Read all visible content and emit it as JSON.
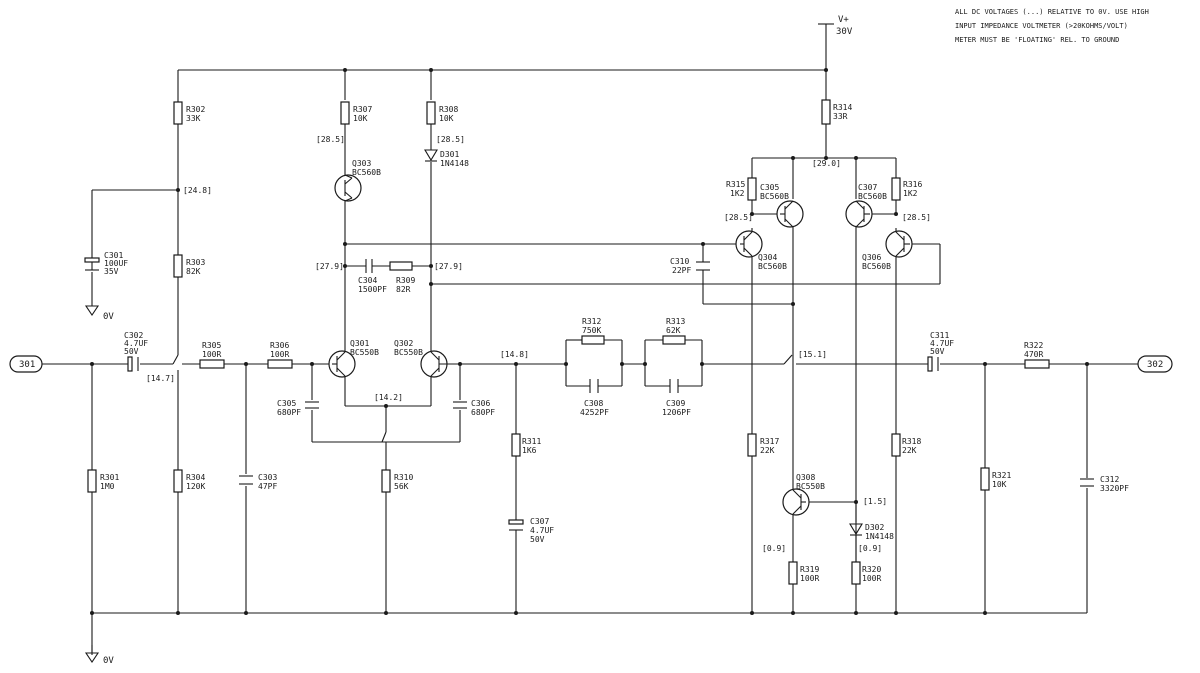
{
  "notes": [
    "ALL DC VOLTAGES (...) RELATIVE TO 0V. USE HIGH",
    "INPUT IMPEDANCE VOLTMETER (>20KOHMS/VOLT)",
    "METER MUST BE 'FLOATING' REL. TO GROUND"
  ],
  "supply": {
    "label": "V+",
    "value": "30V"
  },
  "ground": "0V",
  "ports": {
    "input": "301",
    "output": "302"
  },
  "components": {
    "R302": {
      "ref": "R302",
      "value": "33K"
    },
    "C301": {
      "ref": "C301",
      "value": "100UF",
      "extra": "35V"
    },
    "R303": {
      "ref": "R303",
      "value": "82K"
    },
    "C302": {
      "ref": "C302",
      "value": "4.7UF",
      "extra": "50V"
    },
    "R301": {
      "ref": "R301",
      "value": "1M0"
    },
    "R304": {
      "ref": "R304",
      "value": "120K"
    },
    "R305": {
      "ref": "R305",
      "value": "100R"
    },
    "R306": {
      "ref": "R306",
      "value": "100R"
    },
    "C303": {
      "ref": "C303",
      "value": "47PF"
    },
    "R307": {
      "ref": "R307",
      "value": "10K"
    },
    "R308": {
      "ref": "R308",
      "value": "10K"
    },
    "D301": {
      "ref": "D301",
      "value": "1N4148"
    },
    "Q303": {
      "ref": "Q303",
      "value": "BC560B"
    },
    "C304": {
      "ref": "C304",
      "value": "1500PF"
    },
    "R309": {
      "ref": "R309",
      "value": "82R"
    },
    "Q301": {
      "ref": "Q301",
      "value": "BC550B"
    },
    "Q302": {
      "ref": "Q302",
      "value": "BC550B"
    },
    "C305": {
      "ref": "C305",
      "value": "680PF"
    },
    "C306": {
      "ref": "C306",
      "value": "680PF"
    },
    "R310": {
      "ref": "R310",
      "value": "56K"
    },
    "R311": {
      "ref": "R311",
      "value": "1K6"
    },
    "C307": {
      "ref": "C307",
      "value": "4.7UF",
      "extra": "50V"
    },
    "R312": {
      "ref": "R312",
      "value": "750K"
    },
    "R313": {
      "ref": "R313",
      "value": "62K"
    },
    "C308": {
      "ref": "C308",
      "value": "4252PF"
    },
    "C309": {
      "ref": "C309",
      "value": "1206PF"
    },
    "R314": {
      "ref": "R314",
      "value": "33R"
    },
    "R315": {
      "ref": "R315",
      "value": "1K2"
    },
    "R316": {
      "ref": "R316",
      "value": "1K2"
    },
    "Q305": {
      "ref": "C305",
      "value": "BC560B"
    },
    "Q307": {
      "ref": "C307",
      "value": "BC560B"
    },
    "Q304": {
      "ref": "Q304",
      "value": "BC560B"
    },
    "Q306": {
      "ref": "Q306",
      "value": "BC560B"
    },
    "C310": {
      "ref": "C310",
      "value": "22PF"
    },
    "R317": {
      "ref": "R317",
      "value": "22K"
    },
    "R318": {
      "ref": "R318",
      "value": "22K"
    },
    "Q308": {
      "ref": "Q308",
      "value": "BC550B"
    },
    "D302": {
      "ref": "D302",
      "value": "1N4148"
    },
    "R319": {
      "ref": "R319",
      "value": "100R"
    },
    "R320": {
      "ref": "R320",
      "value": "100R"
    },
    "C311": {
      "ref": "C311",
      "value": "4.7UF",
      "extra": "50V"
    },
    "R322": {
      "ref": "R322",
      "value": "470R"
    },
    "R321": {
      "ref": "R321",
      "value": "10K"
    },
    "C312": {
      "ref": "C312",
      "value": "3320PF"
    }
  },
  "voltages": {
    "n248": "[24.8]",
    "n147": "[14.7]",
    "n285a": "[28.5]",
    "n285b": "[28.5]",
    "n279a": "[27.9]",
    "n279b": "[27.9]",
    "n142": "[14.2]",
    "n148": "[14.8]",
    "n290": "[29.0]",
    "n285c": "[28.5]",
    "n285d": "[28.5]",
    "n151": "[15.1]",
    "n15": "[1.5]",
    "n09a": "[0.9]",
    "n09b": "[0.9]"
  }
}
